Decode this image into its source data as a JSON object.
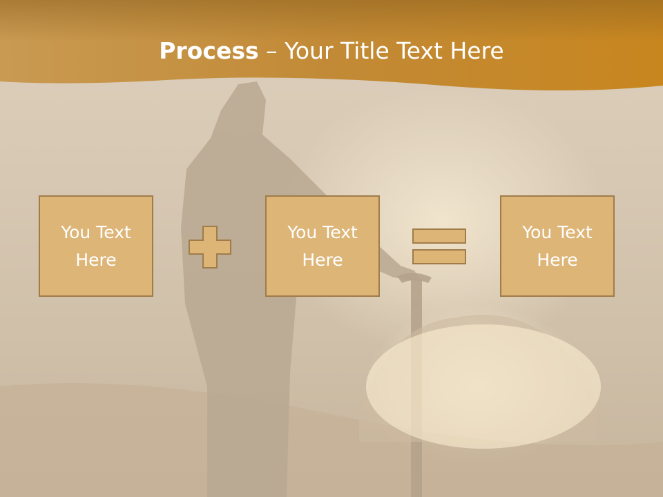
{
  "slide": {
    "title_bold": "Process",
    "title_rest": " – Your Title Text Here",
    "boxes": [
      {
        "text": "You Text\nHere"
      },
      {
        "text": "You Text\nHere"
      },
      {
        "text": "You Text\nHere"
      }
    ]
  },
  "icons": [
    "plus-icon",
    "equals-icon"
  ],
  "colors": {
    "header": "#c8922e",
    "box_fill": "#ddb577",
    "box_border": "#a07c4b",
    "text": "#ffffff"
  }
}
